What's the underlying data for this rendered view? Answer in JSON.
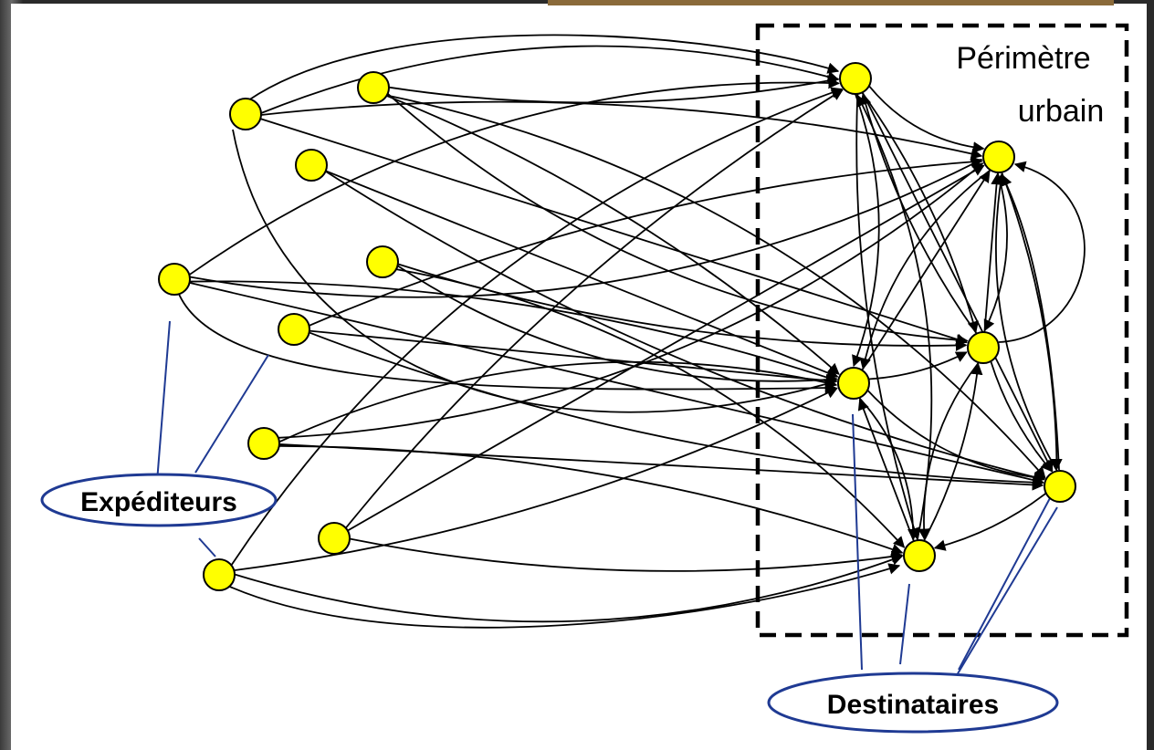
{
  "diagram": {
    "perimeter_label_line1": "Périmètre",
    "perimeter_label_line2": "urbain",
    "senders_label": "Expéditeurs",
    "recipients_label": "Destinataires",
    "node_color": "#ffff00",
    "node_border": "#000000",
    "callout_color": "#1f3a93",
    "edge_color": "#000000",
    "senders": [
      "s1",
      "s2",
      "s3",
      "s4",
      "s5",
      "s6",
      "s7",
      "s8",
      "s9"
    ],
    "recipients": [
      "r1",
      "r2",
      "r3",
      "r4",
      "r5",
      "r6"
    ],
    "edges": [
      [
        "s1",
        "r1"
      ],
      [
        "s1",
        "r2"
      ],
      [
        "s1",
        "r4"
      ],
      [
        "s2",
        "r1"
      ],
      [
        "s2",
        "r4"
      ],
      [
        "s2",
        "r5"
      ],
      [
        "s2",
        "r3"
      ],
      [
        "s3",
        "r3"
      ],
      [
        "s3",
        "r5"
      ],
      [
        "s4",
        "r2"
      ],
      [
        "s4",
        "r1"
      ],
      [
        "s4",
        "r3"
      ],
      [
        "s4",
        "r5"
      ],
      [
        "s5",
        "r4"
      ],
      [
        "s5",
        "r3"
      ],
      [
        "s5",
        "r6"
      ],
      [
        "s6",
        "r2"
      ],
      [
        "s6",
        "r3"
      ],
      [
        "s6",
        "r5"
      ],
      [
        "s7",
        "r2"
      ],
      [
        "s7",
        "r3"
      ],
      [
        "s7",
        "r6"
      ],
      [
        "s7",
        "r5"
      ],
      [
        "s8",
        "r3"
      ],
      [
        "s8",
        "r6"
      ],
      [
        "s8",
        "r1"
      ],
      [
        "s9",
        "r1"
      ],
      [
        "s9",
        "r2"
      ],
      [
        "s9",
        "r6"
      ],
      [
        "r1",
        "r2"
      ],
      [
        "r1",
        "r3"
      ],
      [
        "r1",
        "r4"
      ],
      [
        "r1",
        "r5"
      ],
      [
        "r1",
        "r6"
      ],
      [
        "r2",
        "r3"
      ],
      [
        "r2",
        "r4"
      ],
      [
        "r2",
        "r5"
      ],
      [
        "r3",
        "r2"
      ],
      [
        "r3",
        "r4"
      ],
      [
        "r3",
        "r5"
      ],
      [
        "r3",
        "r6"
      ],
      [
        "r4",
        "r1"
      ],
      [
        "r4",
        "r2"
      ],
      [
        "r4",
        "r5"
      ],
      [
        "r4",
        "r6"
      ],
      [
        "r5",
        "r2"
      ],
      [
        "r5",
        "r6"
      ],
      [
        "r6",
        "r3"
      ],
      [
        "r6",
        "r4"
      ],
      [
        "r6",
        "r1"
      ]
    ]
  }
}
